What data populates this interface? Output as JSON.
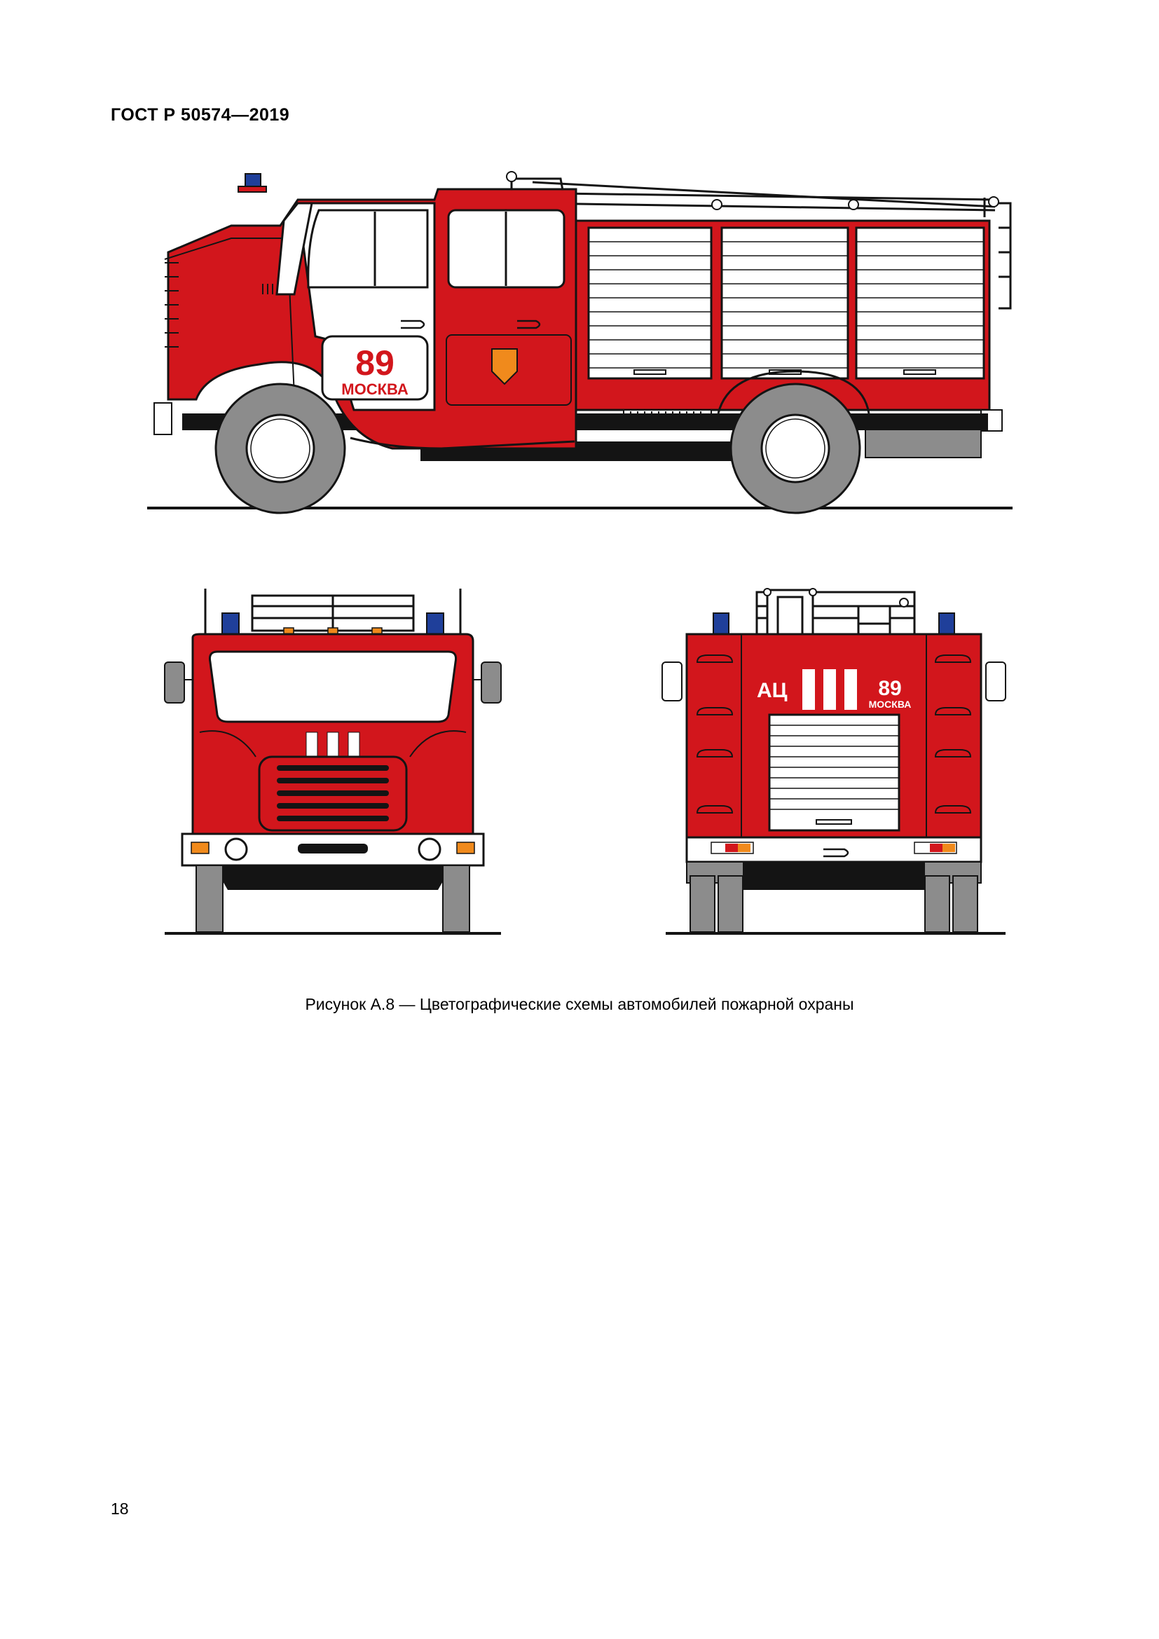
{
  "header": {
    "standard": "ГОСТ Р 50574—2019"
  },
  "figure": {
    "caption": "Рисунок А.8 — Цветографические схемы автомобилей пожарной охраны",
    "side_view": {
      "unit_number": "89",
      "city": "МОСКВА"
    },
    "rear_view": {
      "type_code": "АЦ",
      "unit_number": "89",
      "city": "МОСКВА"
    }
  },
  "colors": {
    "body_red": "#d2161c",
    "white": "#ffffff",
    "beacon_blue": "#1f3f9a",
    "emblem_orange": "#f08a1c",
    "tire_gray": "#8c8c8c",
    "dark": "#141414"
  },
  "footer": {
    "page_number": "18"
  }
}
